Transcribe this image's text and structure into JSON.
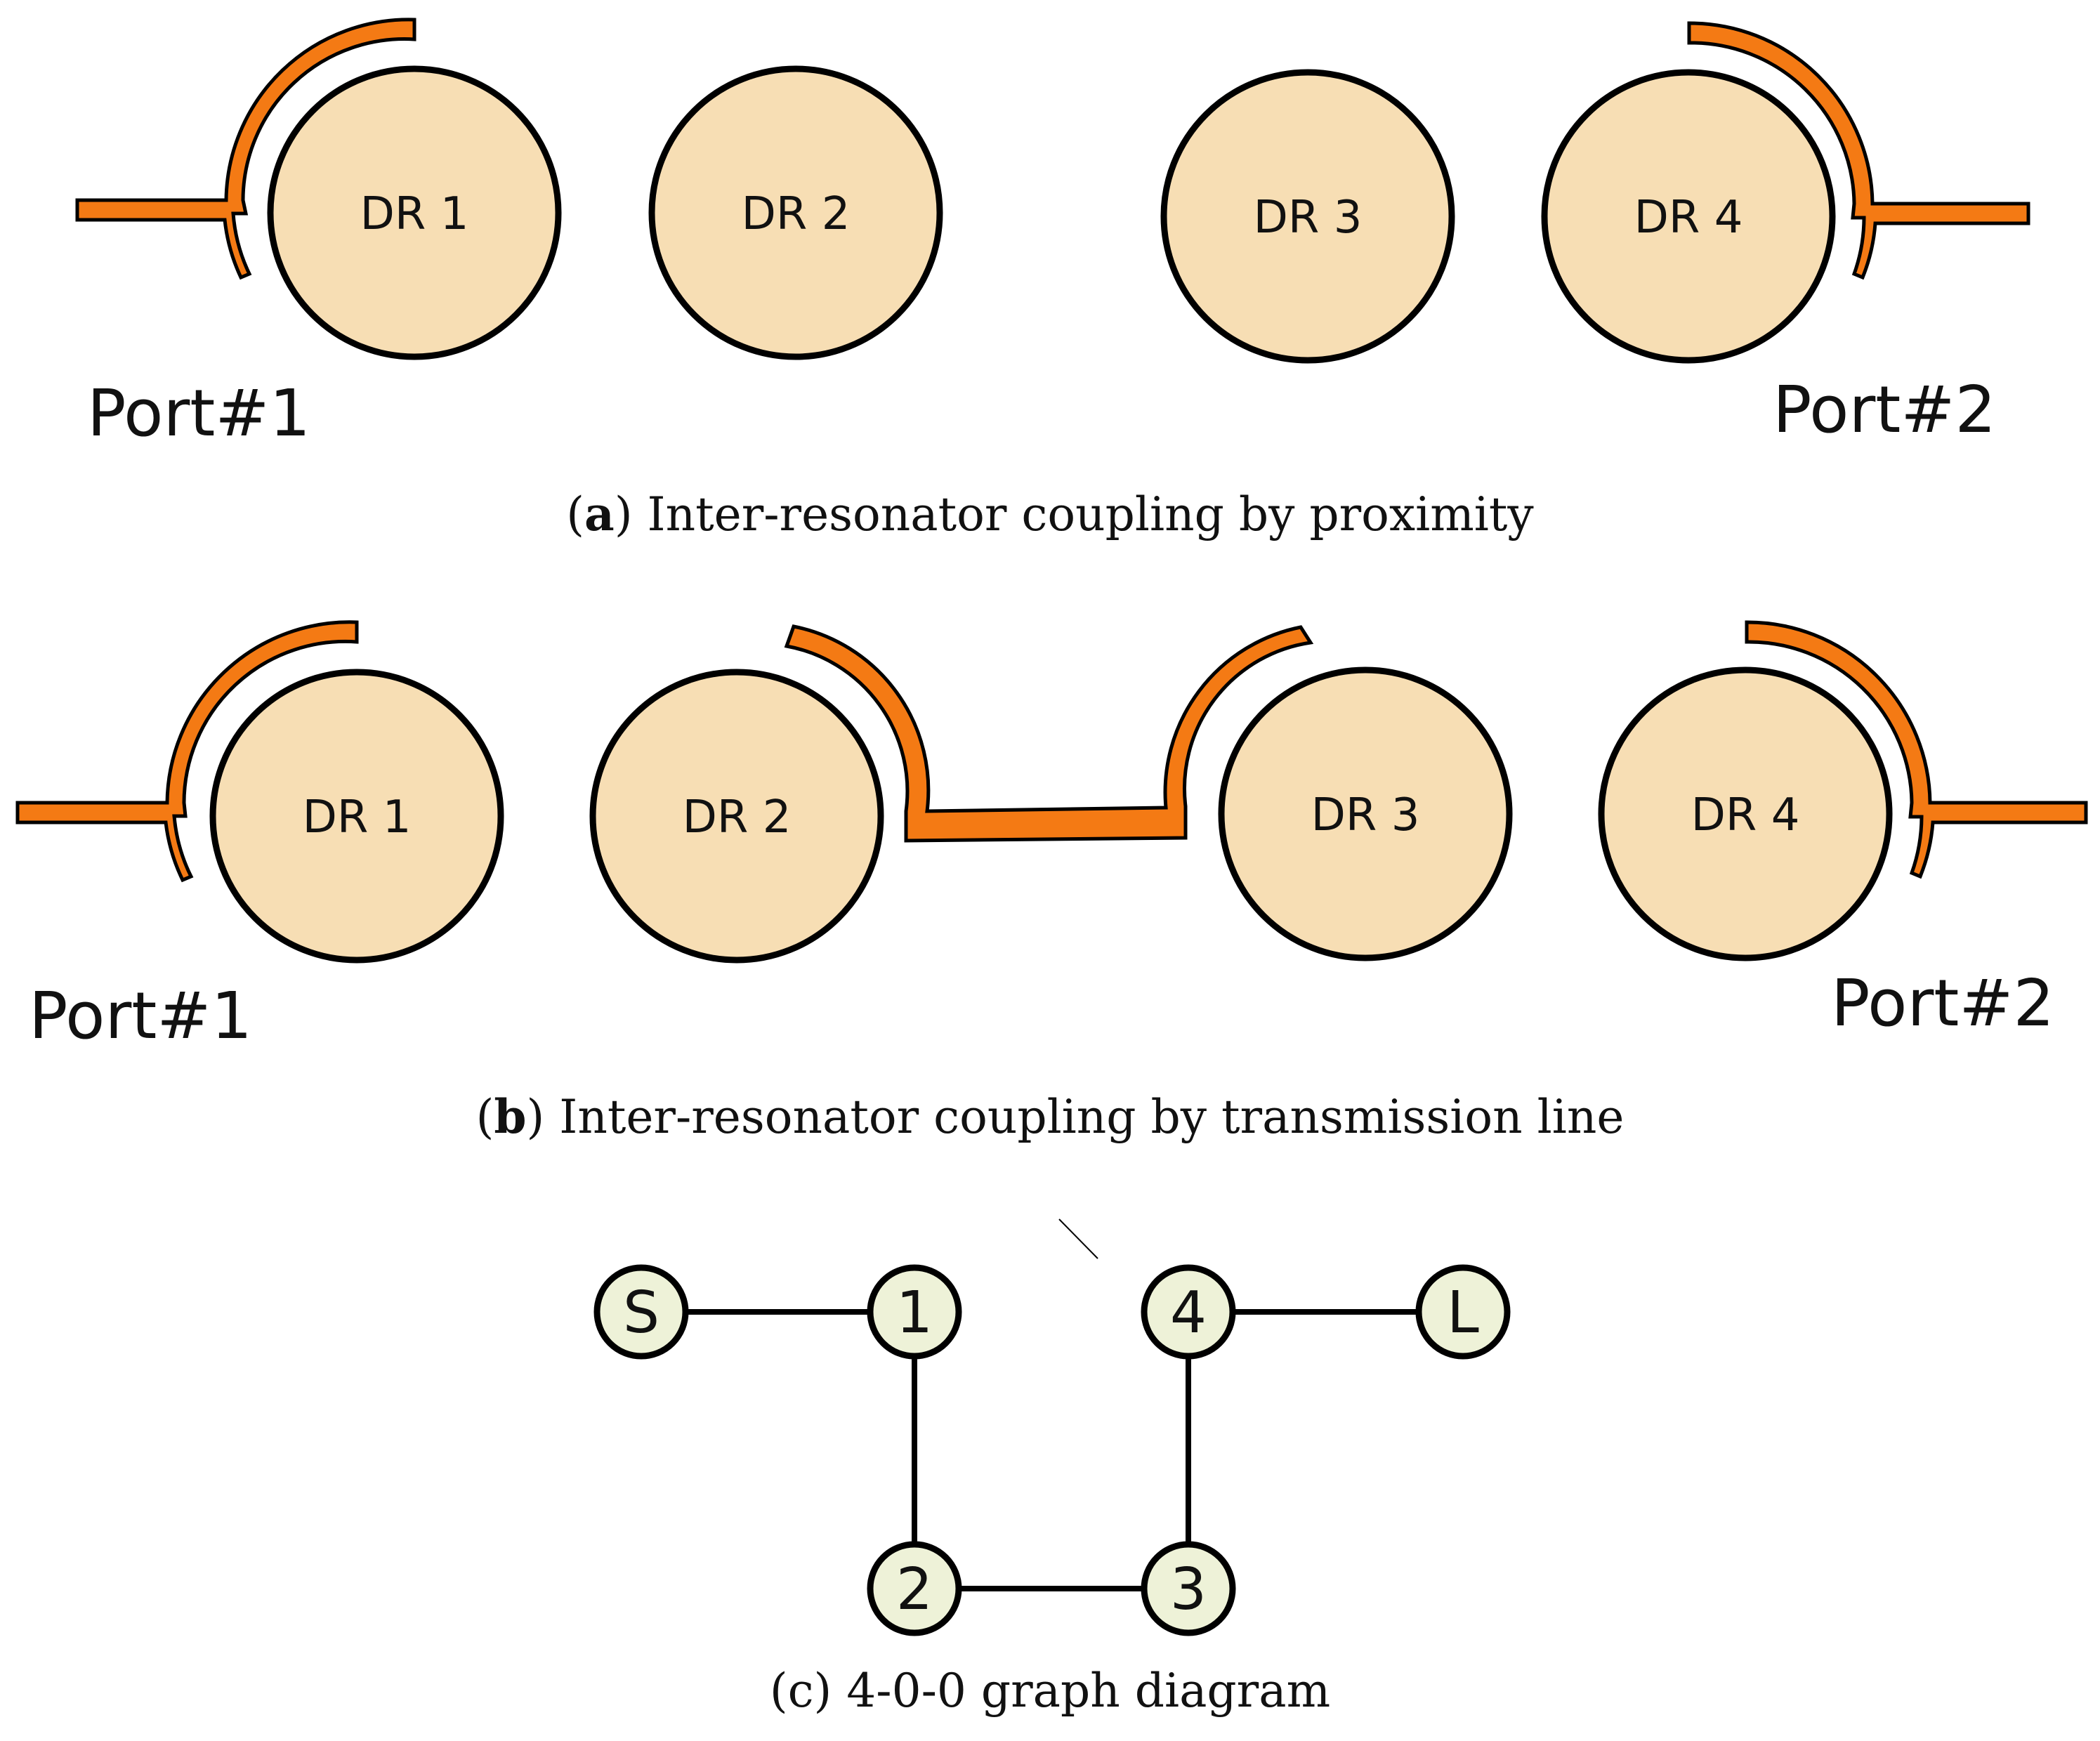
{
  "panel_a": {
    "resonators": [
      "DR 1",
      "DR 2",
      "DR 3",
      "DR 4"
    ],
    "port_left": "Port#1",
    "port_right": "Port#2",
    "caption_letter": "a",
    "caption_text": "Inter-resonator coupling by proximity"
  },
  "panel_b": {
    "resonators": [
      "DR 1",
      "DR 2",
      "DR 3",
      "DR 4"
    ],
    "port_left": "Port#1",
    "port_right": "Port#2",
    "caption_letter": "b",
    "caption_text": "Inter-resonator coupling by transmission line"
  },
  "panel_c": {
    "nodes": [
      "S",
      "1",
      "2",
      "3",
      "4",
      "L"
    ],
    "edges": [
      [
        "S",
        "1"
      ],
      [
        "1",
        "2"
      ],
      [
        "2",
        "3"
      ],
      [
        "3",
        "4"
      ],
      [
        "4",
        "L"
      ]
    ],
    "caption_letter": "c",
    "caption_text": "4-0-0 graph diagram"
  },
  "colors": {
    "resonator_fill": "#f7deb4",
    "feed_line": "#f47a14",
    "node_fill": "#eef2d8"
  }
}
